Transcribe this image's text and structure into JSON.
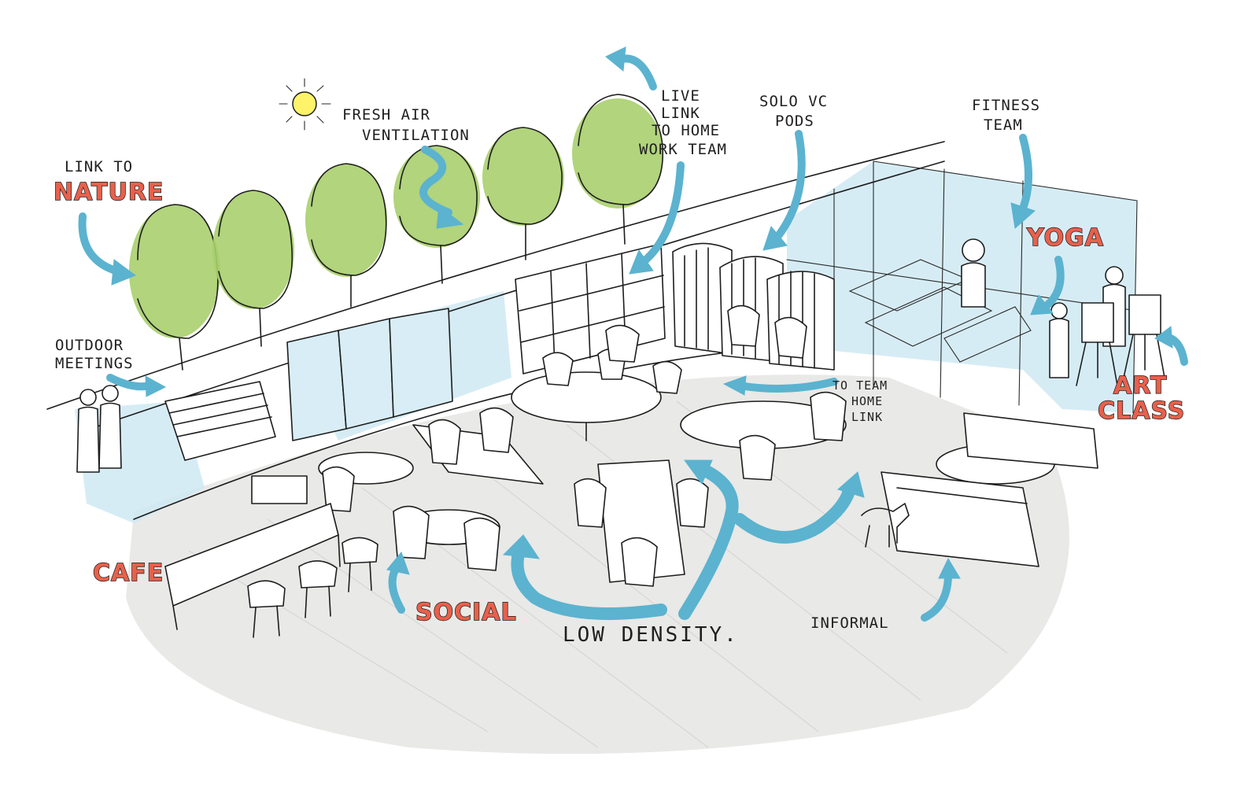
{
  "colors": {
    "accent_label": "#e8604c",
    "arrow": "#5bb3cf",
    "glass": "#cfe9f3",
    "foliage": "#a9cf6e",
    "floor": "#e8e8e6",
    "sun": "#fff36a"
  },
  "labels": {
    "link_to": "LINK TO",
    "nature": "NATURE",
    "fresh_air_1": "FRESH AIR",
    "fresh_air_2": "VENTILATION",
    "live_link_1": "LIVE",
    "live_link_2": "LINK",
    "live_link_3": "TO HOME",
    "live_link_4": "WORK TEAM",
    "solo_vc_1": "SOLO VC",
    "solo_vc_2": "PODS",
    "fitness_1": "FITNESS",
    "fitness_2": "TEAM",
    "yoga": "YOGA",
    "outdoor_1": "OUTDOOR",
    "outdoor_2": "MEETINGS",
    "team_home_1": "TO TEAM",
    "team_home_2": "HOME",
    "team_home_3": "LINK",
    "art_1": "ART",
    "art_2": "CLASS",
    "cafe": "CAFE",
    "social": "SOCIAL",
    "low_density": "LOW DENSITY.",
    "informal": "INFORMAL"
  },
  "icons": [
    "sun-icon",
    "tree-icon",
    "arrow-icon",
    "chair-icon",
    "table-icon",
    "person-icon",
    "dog-icon",
    "easel-icon"
  ]
}
